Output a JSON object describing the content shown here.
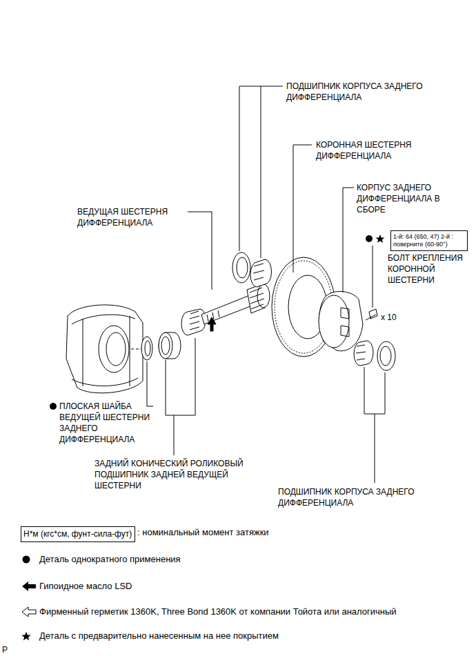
{
  "diagram": {
    "nodes": [
      {
        "text": [
          "1-й: 64 (650, 47) 2-й : поверните (60-90°)"
        ]
      },
      {
        "text": [
          "Н*м (кгс*см, фунт-сила-фут)"
        ]
      }
    ],
    "labels": [
      "ПОДШИПНИК КОРПУСА ЗАДНЕГО ДИФФЕРЕНЦИАЛА",
      "КОРОННАЯ ШЕСТЕРНЯ ДИФФЕРЕНЦИАЛА",
      "КОРПУС ЗАДНЕГО ДИФФЕРЕНЦИАЛА В СБОРЕ",
      "ВЕДУЩАЯ ШЕСТЕРНЯ ДИФФЕРЕНЦИАЛА",
      "БОЛТ КРЕПЛЕНИЯ КОРОННОЙ ШЕСТЕРНИ",
      "x 10",
      "ПЛОСКАЯ ШАЙБА ВЕДУЩЕЙ ШЕСТЕРНИ ЗАДНЕГО ДИФФЕРЕНЦИАЛА",
      "ЗАДНИЙ КОНИЧЕСКИЙ РОЛИКОВЫЙ ПОДШИПНИК ЗАДНЕЙ ВЕДУЩЕЙ ШЕСТЕРНИ",
      "ПОДШИПНИК КОРПУСА ЗАДНЕГО ДИФФЕРЕНЦИАЛА",
      "P"
    ],
    "legend": [
      {
        "text": ": номинальный момент затяжки"
      },
      {
        "text": "Деталь однократного применения"
      },
      {
        "text": "Гипоидное масло LSD"
      },
      {
        "text": "Фирменный герметик 1360K, Three Bond 1360K от компании Тойота или аналогичный"
      },
      {
        "text": "Деталь с предварительно нанесенным на нее покрытием"
      }
    ]
  }
}
